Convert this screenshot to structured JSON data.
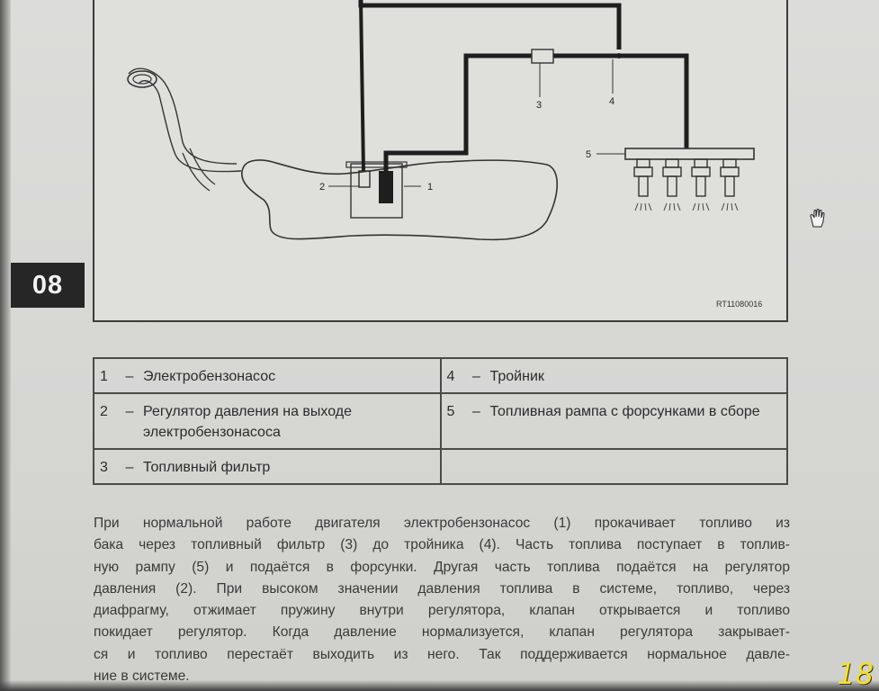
{
  "chapter": "08",
  "figure": {
    "code": "RT11080016",
    "callouts": [
      "1",
      "2",
      "3",
      "4",
      "5"
    ]
  },
  "legend": {
    "rows": [
      [
        {
          "num": "1",
          "dash": "–",
          "text": "Электробензонасос"
        },
        {
          "num": "4",
          "dash": "–",
          "text": "Тройник"
        }
      ],
      [
        {
          "num": "2",
          "dash": "–",
          "text": "Регулятор давления на выходе электробензонасоса"
        },
        {
          "num": "5",
          "dash": "–",
          "text": "Топливная рампа с форсунками в сборе"
        }
      ],
      [
        {
          "num": "3",
          "dash": "–",
          "text": "Топливный фильтр"
        },
        {
          "num": "",
          "dash": "",
          "text": ""
        }
      ]
    ]
  },
  "body_lines": [
    "При нормальной работе двигателя электробензонасос (1) прокачивает топливо из",
    "бака через топливный фильтр (3) до тройника (4). Часть топлива поступает в топлив-",
    "ную рампу (5) и подаётся в форсунки. Другая часть топлива подаётся на регулятор",
    "давления (2). При высоком значении давления топлива в системе, топливо, через",
    "диафрагму, отжимает пружину внутри регулятора, клапан открывается и топливо",
    "покидает регулятор. Когда давление нормализуется, клапан регулятора закрывает-",
    "ся и топливо перестаёт выходить из него. Так поддерживается нормальное давле-",
    "ние в системе."
  ],
  "page_number": "18",
  "colors": {
    "page": "#d9d9d7",
    "ink": "#2b2b2b",
    "pipe": "#1e1e1e",
    "tab": "#262626",
    "page_number": "#f4e02c"
  },
  "icons": [
    "hand-cursor-icon"
  ]
}
